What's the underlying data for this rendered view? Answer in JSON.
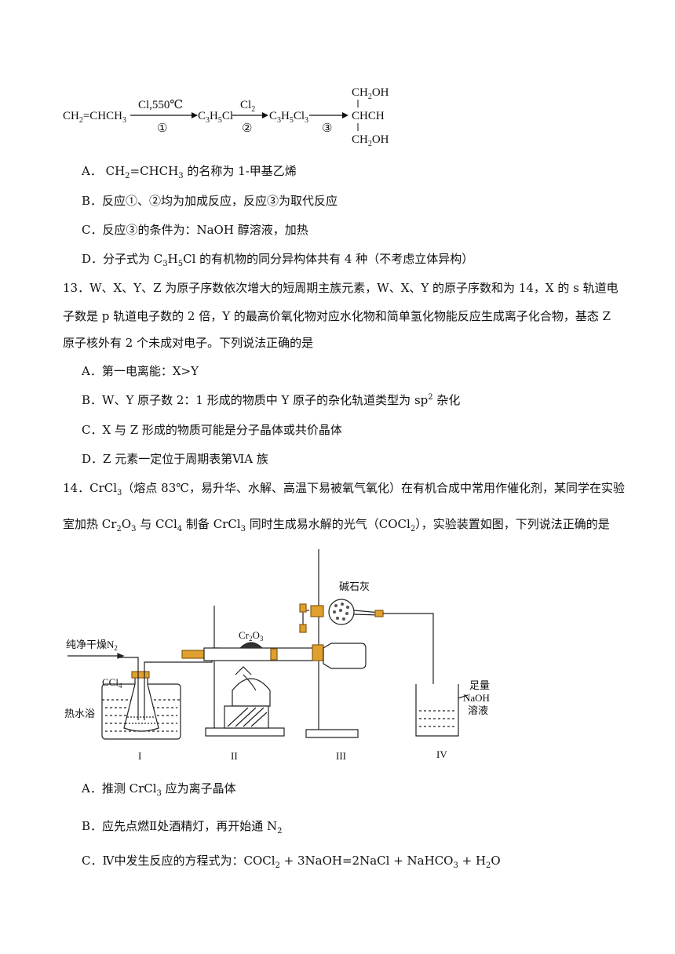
{
  "scheme": {
    "start": "CH",
    "start_sub": "2",
    "start_rest": "=CHCH",
    "start_sub2": "3",
    "cond1_top": "Cl,550℃",
    "step1": "①",
    "p1_a": "C",
    "p1_s1": "3",
    "p1_b": "H",
    "p1_s2": "5",
    "p1_c": "Cl",
    "cond2_top": "Cl",
    "cond2_sub": "2",
    "step2": "②",
    "p2_a": "C",
    "p2_s1": "3",
    "p2_b": "H",
    "p2_s2": "5",
    "p2_c": "Cl",
    "p2_s3": "3",
    "step3": "③",
    "prod_top": "CH",
    "prod_top_sub": "2",
    "prod_top_rest": "OH",
    "prod_mid": "CHCH",
    "prod_bot": "CH",
    "prod_bot_sub": "2",
    "prod_bot_rest": "OH"
  },
  "q12": {
    "A_pre": "A． CH",
    "A_s1": "2",
    "A_mid": "=CHCH",
    "A_s2": "3",
    "A_post": " 的名称为 1-甲基乙烯",
    "B": "B．反应①、②均为加成反应，反应③为取代反应",
    "C": "C．反应③的条件为：NaOH 醇溶液，加热",
    "D_pre": "D．分子式为 C",
    "D_s1": "3",
    "D_m1": "H",
    "D_s2": "5",
    "D_post": "Cl 的有机物的同分异构体共有 4 种（不考虑立体异构）"
  },
  "q13": {
    "stem1": "13．W、X、Y、Z 为原子序数依次增大的短周期主族元素，W、X、Y 的原子序数和为 14，X 的 s 轨道电",
    "stem2": "子数是 p 轨道电子数的 2 倍，Y 的最高价氧化物对应水化物和简单氢化物能反应生成离子化合物，基态 Z",
    "stem3": "原子核外有 2 个未成对电子。下列说法正确的是",
    "A": "A．第一电离能：X>Y",
    "B_pre": "B．W、Y 原子数 2：1 形成的物质中 Y 原子的杂化轨道类型为 sp",
    "B_sup": "2",
    "B_post": " 杂化",
    "C": "C．X 与 Z 形成的物质可能是分子晶体或共价晶体",
    "D": "D．Z 元素一定位于周期表第ⅥA 族"
  },
  "q14": {
    "s1_num": "14．",
    "s1_a": "CrCl",
    "s1_a_sub": "3",
    "s1_b": "（熔点 83℃，易升华、水解、高温下易被氧气氧化）在有机合成中常用作催化剂，某同学在实验",
    "s2_a": "室加热 Cr",
    "s2_s1": "2",
    "s2_b": "O",
    "s2_s2": "3",
    "s2_c": " 与 CCl",
    "s2_s3": "4",
    "s2_d": " 制备 CrCl",
    "s2_s4": "3",
    "s2_e": " 同时生成易水解的光气（COCl",
    "s2_s5": "2",
    "s2_f": "），实验装置如图，下列说法正确的是",
    "A_pre": "A．推测 CrCl",
    "A_sub": "3",
    "A_post": " 应为离子晶体",
    "B_pre": "B．应先点燃Ⅱ处酒精灯，再开始通 N",
    "B_sub": "2",
    "C_pre": "C．Ⅳ中发生反应的方程式为：COCl",
    "C_s1": "2",
    "C_m1": " + 3NaOH=2NaCl + NaHCO",
    "C_s2": "3",
    "C_m2": " + H",
    "C_s3": "2",
    "C_post": "O"
  },
  "apparatus": {
    "n2_label": "纯净干燥N",
    "n2_sub": "2",
    "ccl4_label": "CCl",
    "ccl4_sub": "4",
    "bath_label": "热水浴",
    "cr2o3_a": "Cr",
    "cr2o3_s1": "2",
    "cr2o3_b": "O",
    "cr2o3_s2": "3",
    "sodalime_label": "碱石灰",
    "naoh_l1": "足量",
    "naoh_l2": "NaOH",
    "naoh_l3": "溶液",
    "roman": [
      "I",
      "II",
      "III",
      "IV"
    ]
  }
}
